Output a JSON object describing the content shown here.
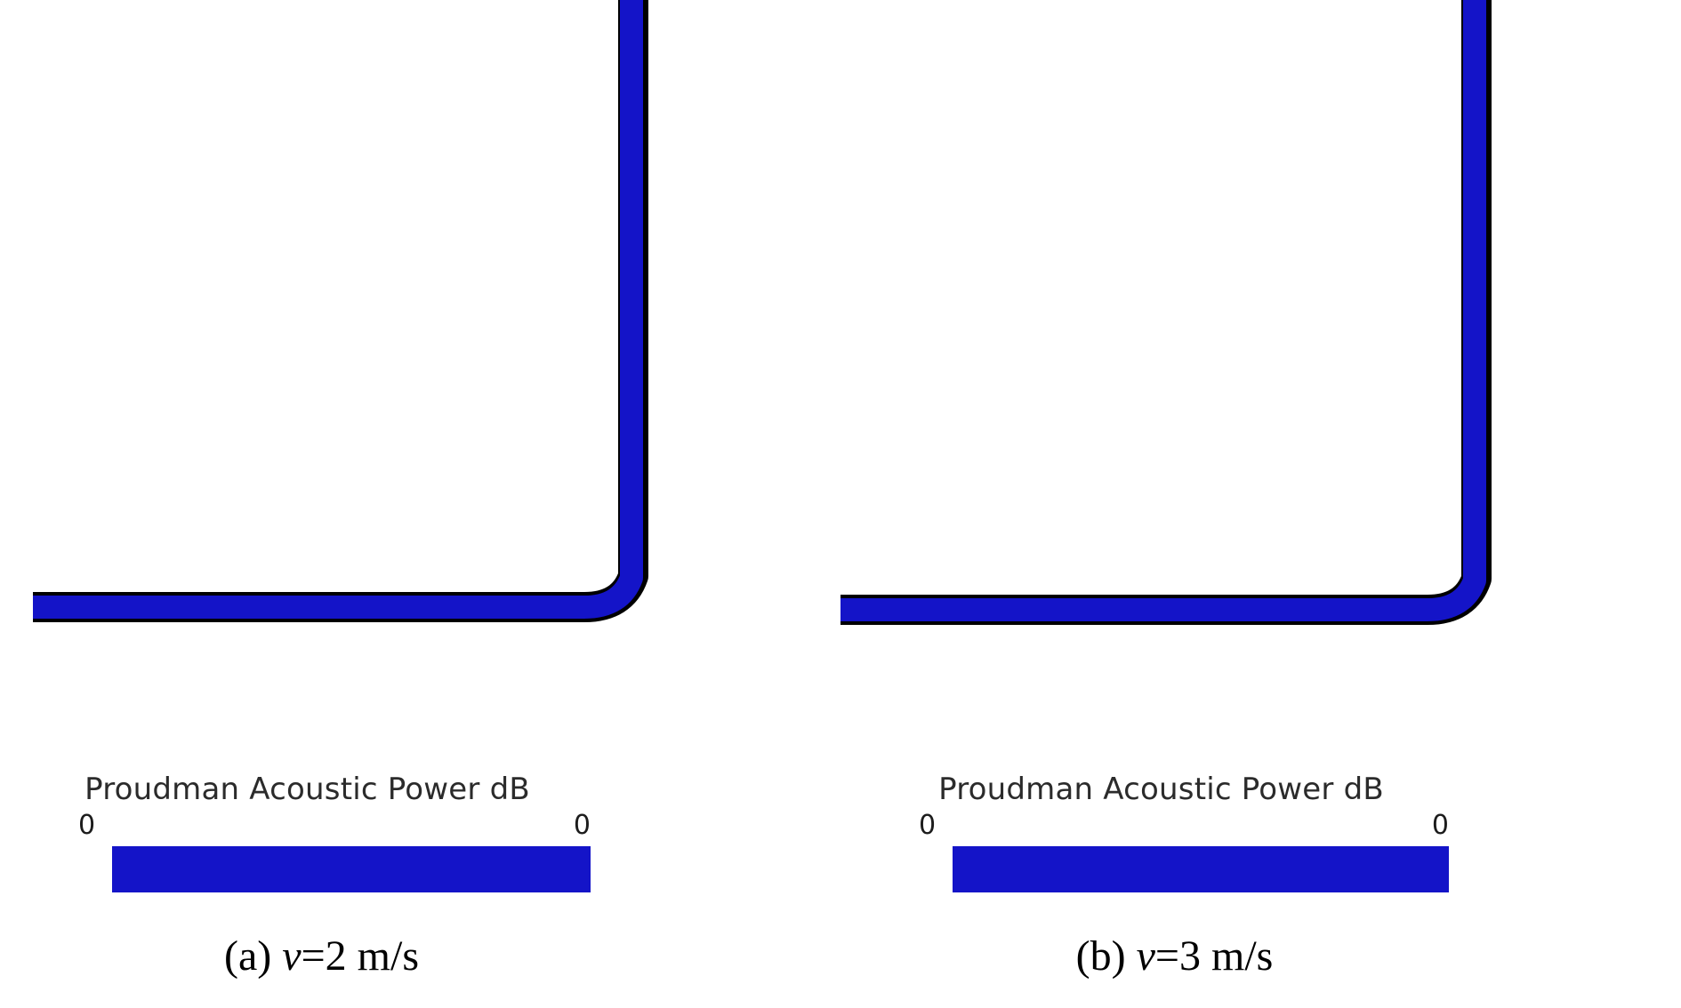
{
  "figure": {
    "background_color": "#ffffff",
    "contour_color": "#1414c8",
    "contour_outline_color": "#000000",
    "panel_count": 2
  },
  "panels": [
    {
      "id": "a",
      "caption_prefix": "(a) ",
      "caption_variable": "v",
      "caption_suffix": "=2 m/s",
      "caption_full": "(a) v=2 m/s",
      "legend": {
        "title": "Proudman Acoustic Power dB",
        "tick_min": "0",
        "tick_max": "0",
        "bar_color": "#1414c8"
      }
    },
    {
      "id": "b",
      "caption_prefix": "(b) ",
      "caption_variable": "v",
      "caption_suffix": "=3 m/s",
      "caption_full": "(b) v=3 m/s",
      "legend": {
        "title": "Proudman Acoustic Power dB",
        "tick_min": "0",
        "tick_max": "0",
        "bar_color": "#1414c8"
      }
    }
  ],
  "chart_data": {
    "type": "line",
    "title": "",
    "subtitle": "",
    "xlabel": "",
    "ylabel": "",
    "legend_position": "bottom",
    "grid": false,
    "colorbar": {
      "label": "Proudman Acoustic Power dB",
      "ticks": [
        "0",
        "0"
      ],
      "range": [
        0,
        0
      ],
      "colors": [
        "#1414c8"
      ]
    },
    "series": [
      {
        "name": "(a) v=2 m/s contour",
        "color": "#1414c8",
        "comment": "single closed contour forming an elbow: long horizontal segment along the bottom, rounded corner, long vertical segment rising to the top",
        "x": [
          0.04,
          0.8,
          0.86,
          0.875,
          0.875
        ],
        "y": [
          0.785,
          0.785,
          0.775,
          0.72,
          0.0
        ]
      },
      {
        "name": "(b) v=3 m/s contour",
        "color": "#1414c8",
        "comment": "single closed contour forming an elbow: long horizontal segment along the bottom, rounded corner, long vertical segment rising to the top",
        "x": [
          0.04,
          0.8,
          0.86,
          0.875,
          0.875
        ],
        "y": [
          0.79,
          0.79,
          0.78,
          0.725,
          0.0
        ]
      }
    ],
    "annotations": [
      "(a) v=2 m/s",
      "(b) v=3 m/s"
    ]
  }
}
